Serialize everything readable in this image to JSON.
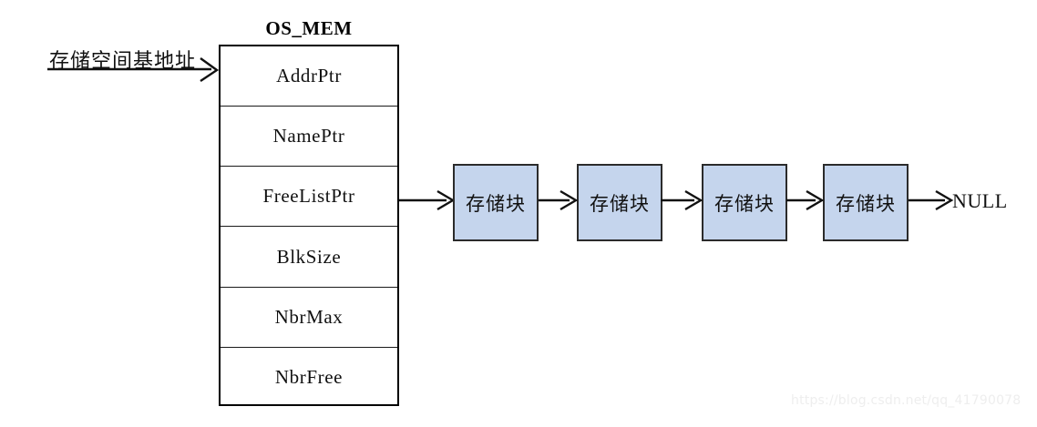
{
  "diagram": {
    "title": "OS_MEM",
    "base_address_label": "存储空间基地址",
    "null_label": "NULL",
    "watermark": "https://blog.csdn.net/qq_41790078",
    "colors": {
      "block_fill": "#c5d5ed",
      "block_stroke": "#2b2b2b",
      "table_stroke": "#000000",
      "text": "#111111",
      "watermark": "#eeeeee",
      "background": "#ffffff"
    },
    "struct_fields": [
      {
        "name": "AddrPtr"
      },
      {
        "name": "NamePtr"
      },
      {
        "name": "FreeListPtr"
      },
      {
        "name": "BlkSize"
      },
      {
        "name": "NbrMax"
      },
      {
        "name": "NbrFree"
      }
    ],
    "memory_blocks": [
      {
        "label": "存储块"
      },
      {
        "label": "存储块"
      },
      {
        "label": "存储块"
      },
      {
        "label": "存储块"
      }
    ],
    "edges": [
      {
        "from": "存储空间基地址",
        "to": "AddrPtr"
      },
      {
        "from": "FreeListPtr",
        "to": "存储块 1"
      },
      {
        "from": "存储块 1",
        "to": "存储块 2"
      },
      {
        "from": "存储块 2",
        "to": "存储块 3"
      },
      {
        "from": "存储块 3",
        "to": "存储块 4"
      },
      {
        "from": "存储块 4",
        "to": "NULL"
      }
    ]
  }
}
